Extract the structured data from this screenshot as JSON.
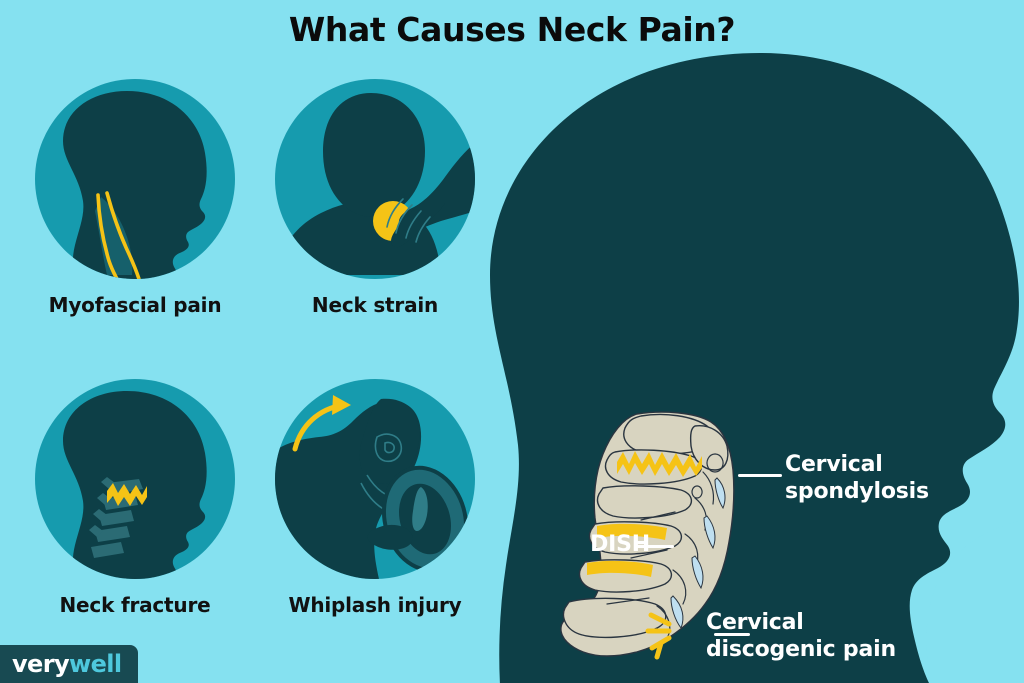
{
  "title": "What Causes Neck Pain?",
  "colors": {
    "background": "#85e1f0",
    "circle_teal": "#169bae",
    "silhouette_dark": "#0d3f47",
    "accent_yellow": "#f5c316",
    "bone_beige": "#d8d4c0",
    "disc_blue": "#bfdff0",
    "label_white": "#ffffff",
    "logo_box": "#184a52",
    "logo_accent": "#4ec8dd"
  },
  "causes": [
    {
      "id": "myofascial-pain",
      "label": "Myofascial pain",
      "icon": "head-profile-with-neck-muscle-strands-icon"
    },
    {
      "id": "neck-strain",
      "label": "Neck strain",
      "icon": "head-from-behind-with-hand-rubbing-neck-icon"
    },
    {
      "id": "neck-fracture",
      "label": "Neck fracture",
      "icon": "head-profile-with-fractured-cervical-spine-icon"
    },
    {
      "id": "whiplash-injury",
      "label": "Whiplash injury",
      "icon": "person-slumped-over-steering-wheel-icon"
    }
  ],
  "spine_diagram": {
    "callouts": [
      {
        "id": "cervical-spondylosis",
        "line1": "Cervical",
        "line2": "spondylosis",
        "marker": "yellow-jagged-bone-spur-marker"
      },
      {
        "id": "dish",
        "line1": "DISH",
        "line2": "",
        "marker": "yellow-ligament-bar-marker"
      },
      {
        "id": "cervical-discogenic-pain",
        "line1": "Cervical",
        "line2": "discogenic pain",
        "marker": "yellow-starburst-pain-marker"
      }
    ]
  },
  "logo": {
    "part1": "very",
    "part2": "well"
  }
}
